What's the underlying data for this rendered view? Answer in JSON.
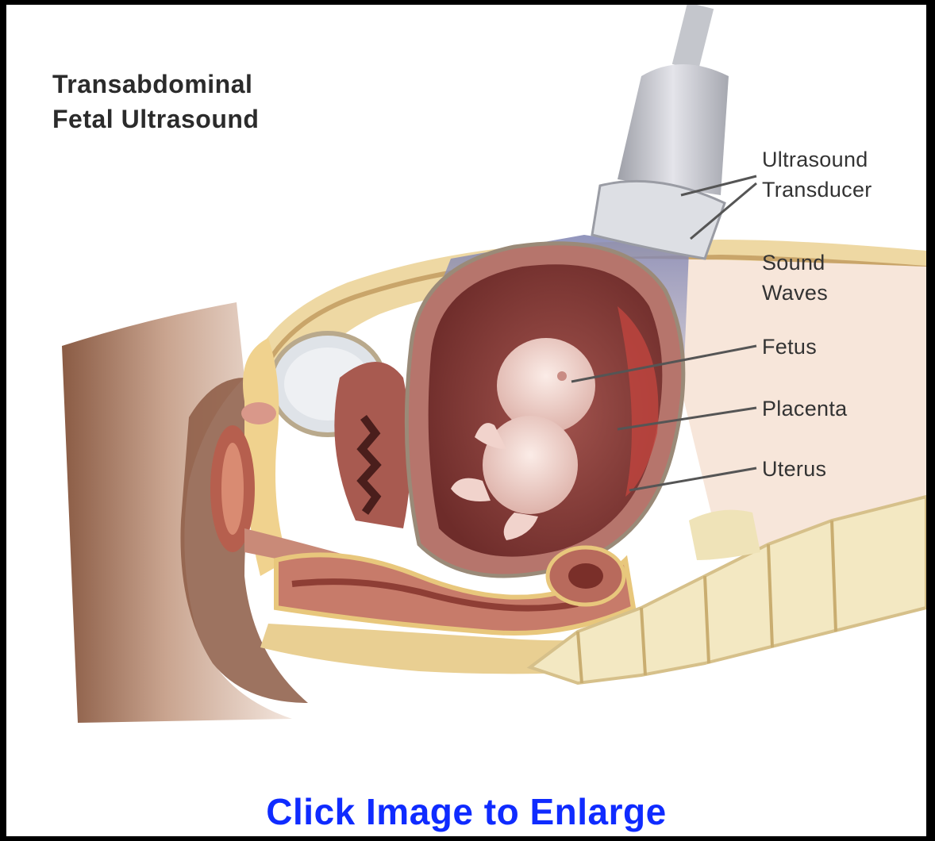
{
  "title": {
    "line1": "Transabdominal",
    "line2": "Fetal Ultrasound"
  },
  "labels": {
    "transducer_line1": "Ultrasound",
    "transducer_line2": "Transducer",
    "sound_line1": "Sound",
    "sound_line2": "Waves",
    "fetus": "Fetus",
    "placenta": "Placenta",
    "uterus": "Uterus"
  },
  "link": {
    "enlarge": "Click Image to Enlarge"
  },
  "colors": {
    "link": "#0f2bff",
    "background": "#000000",
    "panel": "#ffffff"
  }
}
